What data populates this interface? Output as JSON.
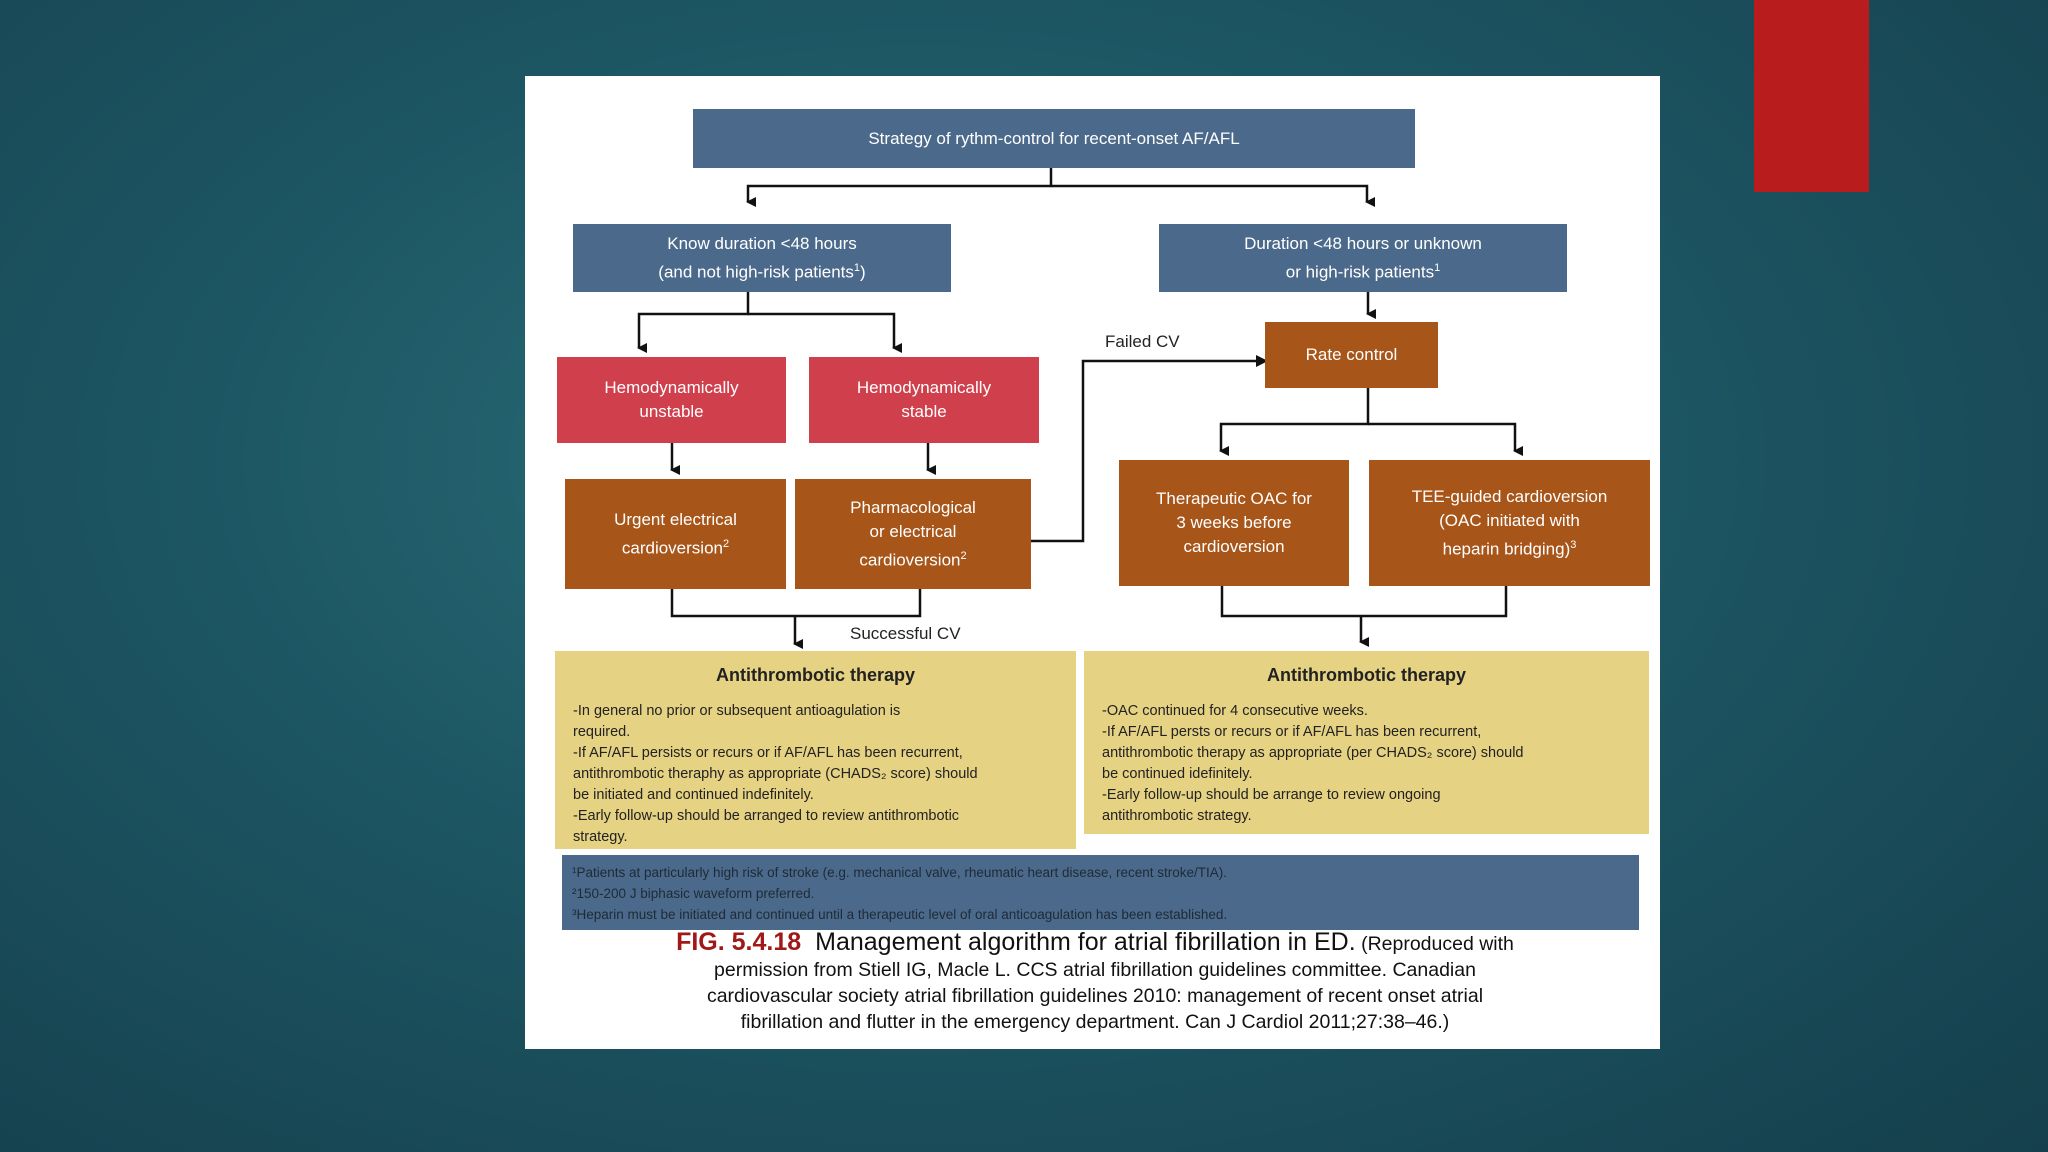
{
  "colors": {
    "accent": "#b81c1c",
    "blue_box": "#4b6a8b",
    "red_box": "#cf3f4c",
    "brown_box": "#a75519",
    "yellow_box": "#e6d283",
    "fig_label": "#a01818"
  },
  "diagram": {
    "top": "Strategy of rythm-control for recent-onset AF/AFL",
    "left_branch": {
      "line1": "Know duration <48 hours",
      "line2": "(and not high-risk patients",
      "sup": "1",
      "tail": ")"
    },
    "right_branch": {
      "line1": "Duration <48 hours or unknown",
      "line2": "or high-risk patients",
      "sup": "1"
    },
    "unstable": {
      "line1": "Hemodynamically",
      "line2": "unstable"
    },
    "stable": {
      "line1": "Hemodynamically",
      "line2": "stable"
    },
    "urgent": {
      "line1": "Urgent electrical",
      "line2": "cardioversion",
      "sup": "2"
    },
    "pharm": {
      "line1": "Pharmacological",
      "line2": "or electrical",
      "line3": "cardioversion",
      "sup": "2"
    },
    "rate_control": "Rate control",
    "oac": {
      "line1": "Therapeutic OAC for",
      "line2": "3 weeks before",
      "line3": "cardioversion"
    },
    "tee": {
      "line1": "TEE-guided cardioversion",
      "line2": "(OAC initiated with",
      "line3": "heparin bridging)",
      "sup": "3"
    },
    "failed_cv": "Failed CV",
    "successful_cv": "Successful CV",
    "left_therapy": {
      "title": "Antithrombotic therapy",
      "lines": [
        "-In general no prior or subsequent antioagulation is",
        "required.",
        "-If AF/AFL persists or recurs or if AF/AFL has been recurrent,",
        "antithrombotic theraphy as appropriate (CHADS₂ score) should",
        "be initiated and continued indefinitely.",
        "-Early follow-up should be arranged to review antithrombotic",
        "strategy."
      ]
    },
    "right_therapy": {
      "title": "Antithrombotic therapy",
      "lines": [
        "-OAC continued for 4 consecutive weeks.",
        "-If AF/AFL persts or recurs or if AF/AFL has been recurrent,",
        "antithrombotic therapy as appropriate (per CHADS₂ score) should",
        "be continued idefinitely.",
        "-Early follow-up should be arrange to review ongoing",
        "antithrombotic strategy."
      ]
    },
    "footnotes": [
      "¹Patients at particularly high risk of stroke (e.g. mechanical valve, rheumatic heart disease, recent stroke/TIA).",
      "²150-200 J biphasic waveform preferred.",
      "³Heparin must be initiated and continued until a therapeutic level of oral anticoagulation has been established."
    ]
  },
  "caption": {
    "fig": "FIG. 5.4.18",
    "title": "Management algorithm for atrial fibrillation in ED.",
    "line1_rest": " (Reproduced with",
    "line2": "permission from Stiell IG, Macle L. CCS atrial fibrillation guidelines committee. Canadian",
    "line3": "cardiovascular society atrial fibrillation guidelines 2010: management of recent onset atrial",
    "line4": "fibrillation and flutter in the emergency department. Can J Cardiol 2011;27:38–46.)"
  }
}
